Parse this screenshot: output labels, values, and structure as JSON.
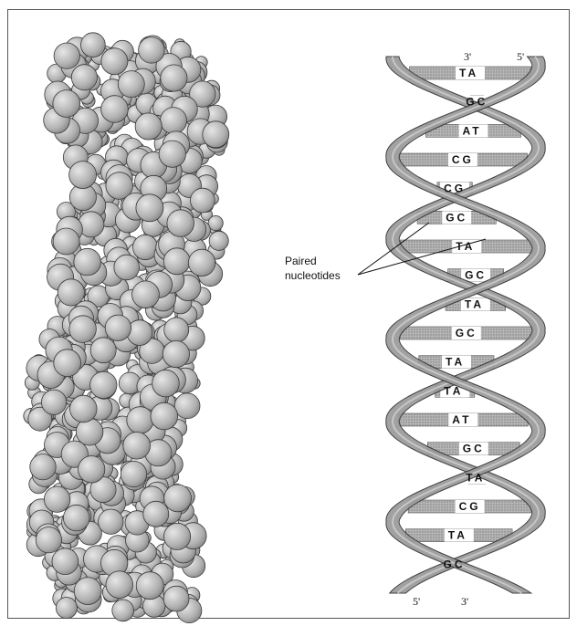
{
  "figure": {
    "ends_top": [
      "3'",
      "5'"
    ],
    "ends_bottom": [
      "5'",
      "3'"
    ],
    "callout": [
      "Paired",
      "nucleotides"
    ],
    "base_pairs": [
      "TA",
      "GC",
      "AT",
      "CG",
      "CG",
      "GC",
      "TA",
      "GC",
      "TA",
      "GC",
      "TA",
      "TA",
      "AT",
      "GC",
      "TA",
      "CG",
      "TA",
      "GC"
    ],
    "colors": {
      "molecule": "#bdbdbd",
      "ribbon": "#9a9a9a",
      "outline": "#333333"
    }
  }
}
